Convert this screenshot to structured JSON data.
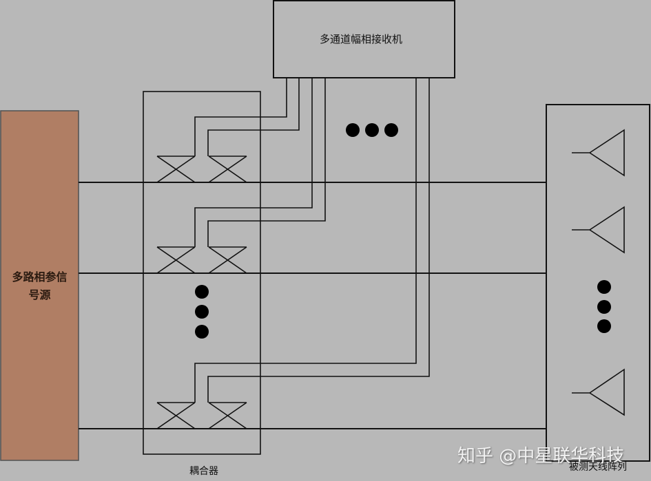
{
  "diagram": {
    "receiver": {
      "label": "多通道幅相接收机"
    },
    "source": {
      "label_line1": "多路相参信",
      "label_line2": "号源",
      "fill": "#b07e64"
    },
    "coupler": {
      "label": "耦合器"
    },
    "antenna_array": {
      "label": "被测天线阵列"
    },
    "ellipsis_symbol": "●●●",
    "background": "#b8b8b8",
    "stroke": "#111111"
  },
  "watermark": {
    "text": "知乎 @中星联华科技"
  }
}
